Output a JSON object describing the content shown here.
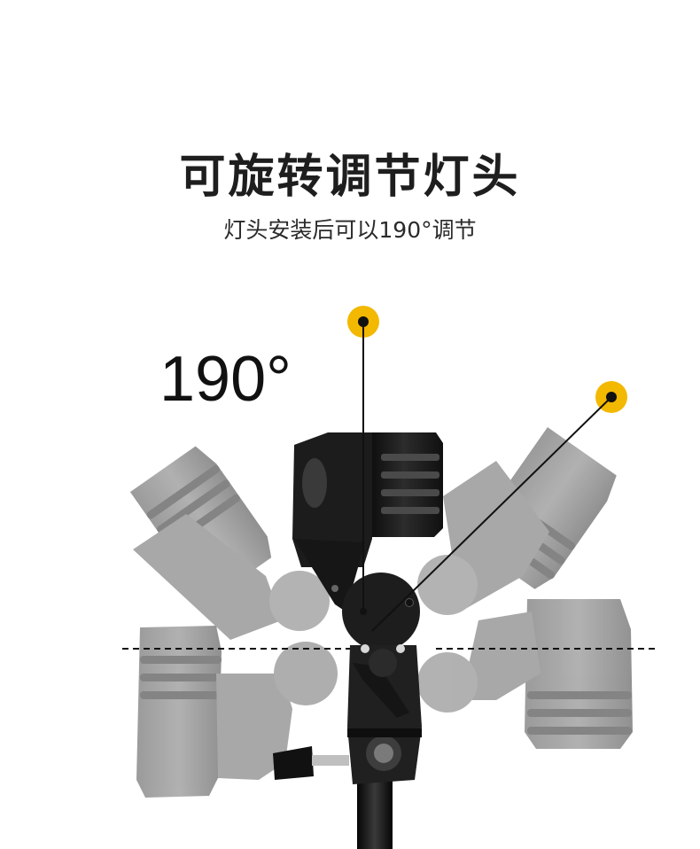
{
  "header": {
    "title": "可旋转调节灯头",
    "subtitle": "灯头安装后可以190°调节"
  },
  "figure": {
    "angle_label": "190°",
    "accent_color": "#f3b800",
    "ghost_color": "#8e8e8e",
    "body_color": "#1a1a1a"
  }
}
